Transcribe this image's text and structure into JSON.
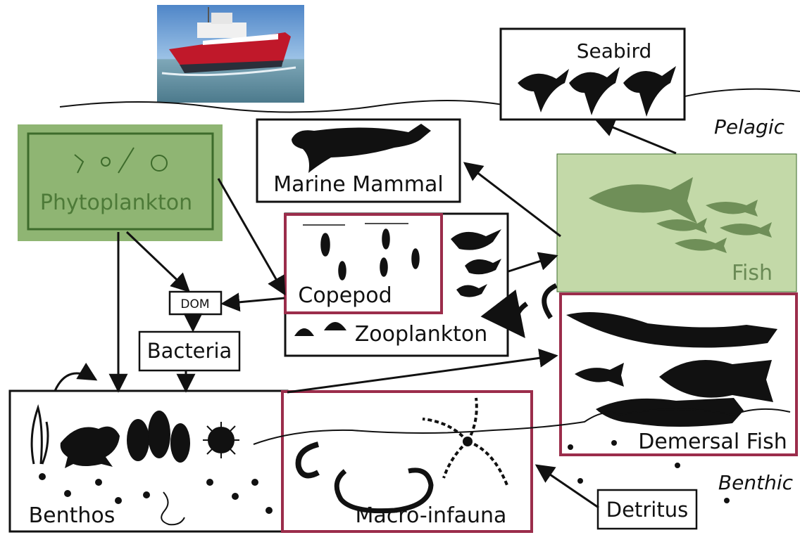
{
  "nodes": {
    "seabird": "Seabird",
    "marine_mammal": "Marine Mammal",
    "phytoplankton": "Phytoplankton",
    "copepod": "Copepod",
    "zooplankton": "Zooplankton",
    "dom": "DOM",
    "bacteria": "Bacteria",
    "fish": "Fish",
    "demersal_fish": "Demersal Fish",
    "benthos": "Benthos",
    "macro_infauna": "Macro-infauna",
    "detritus": "Detritus"
  },
  "zones": {
    "pelagic": "Pelagic",
    "benthic": "Benthic"
  },
  "colors": {
    "phyto_fill": "#8fb573",
    "phyto_border": "#3d6b2b",
    "phyto_text": "#4d7a38",
    "fish_fill": "#c3d9a8",
    "fish_silhouette": "#6f8f58",
    "fish_text": "#6a8a55",
    "highlight_border": "#9b2d4b",
    "ink": "#111111"
  },
  "icons": {
    "ship": "fishing-vessel-photo",
    "seabird": "seabird-silhouette",
    "mammal": "seal-silhouette",
    "fish": "fish-silhouette",
    "copepod": "copepod-silhouette",
    "jellyfish": "jellyfish-silhouette",
    "crab": "crab-silhouette",
    "mussel": "mussel-silhouette",
    "urchin": "urchin-silhouette",
    "worm": "worm-silhouette",
    "brittle_star": "brittle-star-silhouette"
  }
}
